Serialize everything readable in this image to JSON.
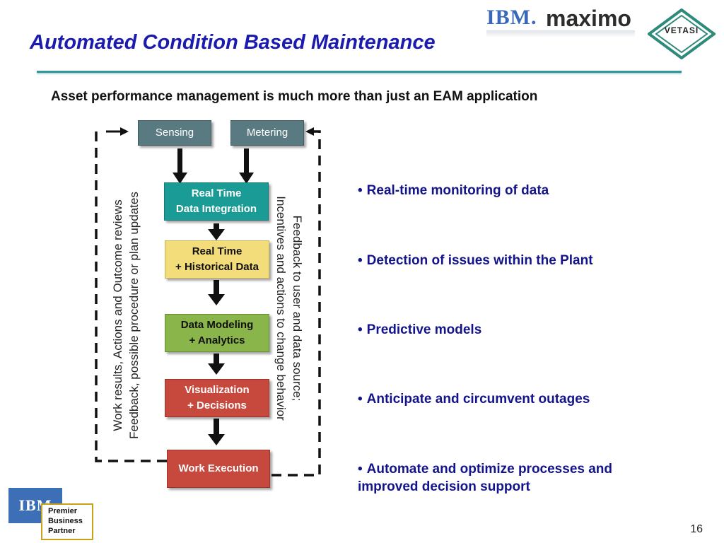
{
  "header": {
    "title": "Automated Condition Based Maintenance",
    "brand_ibm": "IBM.",
    "brand_maximo": "maximo",
    "brand_vetasi": "VETASI"
  },
  "subtitle": "Asset performance management  is much more than just an EAM application",
  "diagram": {
    "sensing": "Sensing",
    "metering": "Metering",
    "rt_integration": [
      "Real Time",
      "Data Integration"
    ],
    "rt_historical": [
      "Real Time",
      "+ Historical Data"
    ],
    "modeling": [
      "Data Modeling",
      "+ Analytics"
    ],
    "visualization": [
      "Visualization",
      "+ Decisions"
    ],
    "execution": "Work Execution",
    "left_loop": [
      "Work results, Actions and Outcome reviews",
      "Feedback, possible procedure or plan updates"
    ],
    "right_loop": [
      "Feedback to user and data source;",
      "Incentives and actions to change behavior"
    ]
  },
  "bullets": [
    "Real-time monitoring of data",
    "Detection of issues within the Plant",
    "Predictive models",
    "Anticipate and circumvent outages",
    "Automate and optimize processes and improved decision support"
  ],
  "footer": {
    "ibm_badge": "IBM",
    "partner": [
      "Premier",
      "Business",
      "Partner"
    ],
    "page_number": "16"
  },
  "colors": {
    "title": "#1b1bb0",
    "accent_rule": "#2a9aa0",
    "sensor_box": "#5a7a82",
    "integration_box": "#1b9b95",
    "historical_box": "#f3dc7a",
    "modeling_box": "#8ab54a",
    "decision_box": "#c7483c"
  }
}
